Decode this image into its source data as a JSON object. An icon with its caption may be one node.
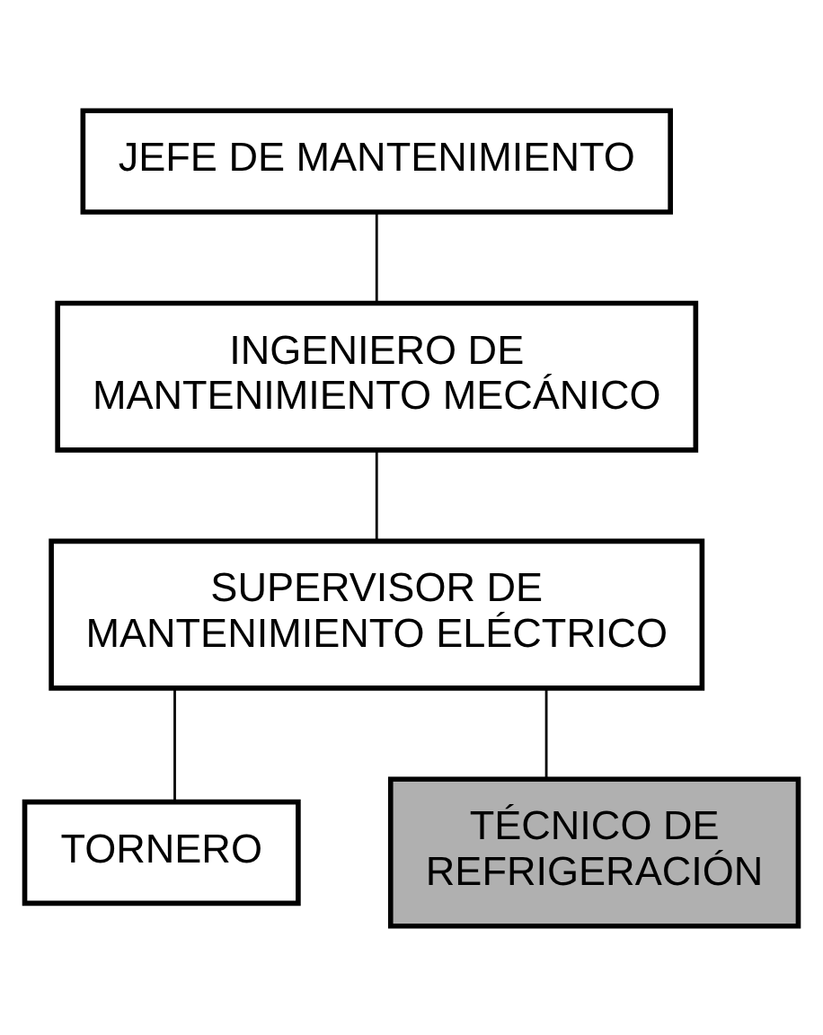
{
  "diagram": {
    "nodes": [
      {
        "text": [
          "JEFE DE MANTENIMIENTO"
        ]
      },
      {
        "text": [
          "INGENIERO DE MANTENIMIENTO MECÁNICO"
        ]
      },
      {
        "text": [
          "SUPERVISOR DE MANTENIMIENTO ELÉCTRICO"
        ]
      },
      {
        "text": [
          "TORNERO"
        ]
      },
      {
        "text": [
          "TÉCNICO DE REFRIGERACIÓN"
        ]
      }
    ],
    "edges": [
      {
        "from": 0,
        "to": 1,
        "arrow": "none"
      },
      {
        "from": 1,
        "to": 2,
        "arrow": "none"
      },
      {
        "from": 2,
        "to": 3,
        "arrow": "none"
      },
      {
        "from": 2,
        "to": 4,
        "arrow": "none"
      }
    ]
  }
}
